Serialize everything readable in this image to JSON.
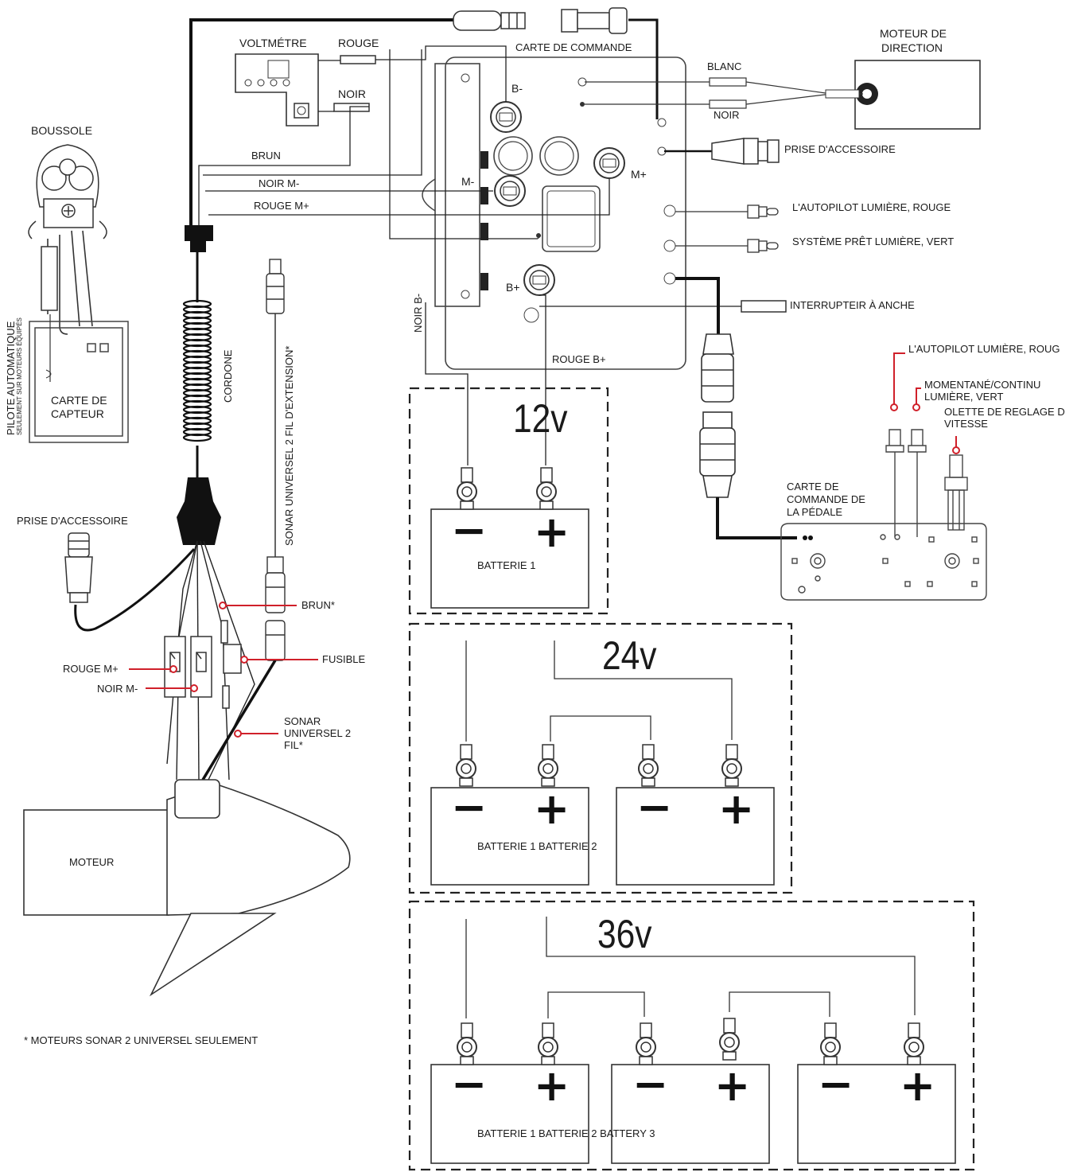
{
  "labels": {
    "voltmeter": "VOLTMÉTRE",
    "rouge": "ROUGE",
    "noir": "NOIR",
    "control_board": "CARTE DE COMMANDE",
    "steer_motor_1": "MOTEUR DE",
    "steer_motor_2": "DIRECTION",
    "blanc": "BLANC",
    "noir2": "NOIR",
    "b_minus": "B-",
    "m_minus": "M-",
    "m_plus": "M+",
    "b_plus": "B+",
    "brun": "BRUN",
    "noir_m": "NOIR M-",
    "rouge_m": "ROUGE M+",
    "accessory_plug": "PRISE D'ACCESSOIRE",
    "autopilot_light_red": "L'AUTOPILOT LUMIÈRE, ROUGE",
    "system_ready_light": "SYSTÈME PRÊT LUMIÈRE, VERT",
    "reed_switch": "INTERRUPTEIR À ANCHE",
    "noir_b": "NOIR B-",
    "rouge_b": "ROUGE B+",
    "boussole": "BOUSSOLE",
    "autopilot_vert_1": "PILOTE AUTOMATIQUE",
    "autopilot_vert_2": "SEULEMENT SUR MOTEURS ÉQUIPÉS",
    "sensor_board_1": "CARTE DE",
    "sensor_board_2": "CAPTEUR",
    "cordone": "CORDONE",
    "sonar_ext": "SONAR UNIVERSEL 2 FIL D'EXTENSION*",
    "accessory_plug_left": "PRISE D'ACCESSOIRE",
    "brun_star": "BRUN*",
    "fusible": "FUSIBLE",
    "rouge_m_left": "ROUGE M+",
    "noir_m_left": "NOIR M-",
    "sonar_wire_1": "SONAR",
    "sonar_wire_2": "UNIVERSEL 2",
    "sonar_wire_3": "FIL*",
    "moteur": "MOTEUR",
    "footnote": "* MOTEURS SONAR 2 UNIVERSEL SEULEMENT",
    "autopilot_light_roug": "L'AUTOPILOT LUMIÈRE, ROUG",
    "momentary_1": "MOMENTANÉ/CONTINU",
    "momentary_2": "LUMIÈRE, VERT",
    "speed_knob_1": "OLETTE DE REGLAGE D",
    "speed_knob_2": "VITESSE",
    "pedal_board_1": "CARTE DE",
    "pedal_board_2": "COMMANDE DE",
    "pedal_board_3": "LA PÉDALE",
    "v12": "12v",
    "v24": "24v",
    "v36": "36v",
    "batt_12": "BATTERIE 1",
    "batt_24": "BATTERIE 1 BATTERIE 2",
    "batt_36": "BATTERIE 1 BATTERIE 2 BATTERY 3",
    "minus": "−",
    "plus": "+"
  },
  "colors": {
    "wire": "#1a1a1a",
    "outline": "#333333",
    "callout_red": "#d0202a",
    "background": "#ffffff"
  }
}
